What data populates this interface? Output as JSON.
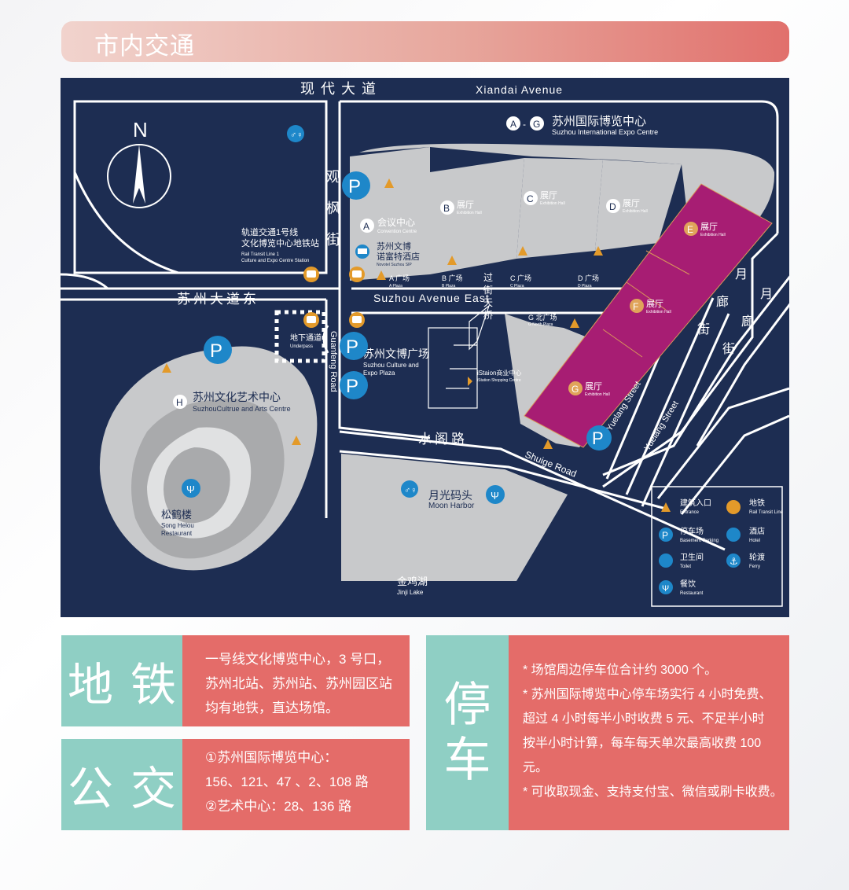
{
  "header": {
    "title": "市内交通"
  },
  "map": {
    "roads": {
      "xiandai_cn": "现代大道",
      "xiandai_en": "Xiandai Avenue",
      "suzhou_ave_cn": "苏州大道东",
      "suzhou_ave_en": "Suzhou Avenue East",
      "guanfeng_cn": [
        "观",
        "枫",
        "街"
      ],
      "guanfeng_en": "Guanfeng Road",
      "shuige_cn": "水阁路",
      "shuige_en": "Shuige Road",
      "yuelang_1": "Yuelang Street",
      "yuelang_2": "Yuelang Street",
      "yuelang_cn": [
        "月",
        "廊",
        "街"
      ],
      "yuelang_cn2": [
        "月",
        "廊",
        "街"
      ]
    },
    "compass": "N",
    "expo": {
      "letters": "A - G",
      "cn": "苏州国际博览中心",
      "en": "Suzhou International Expo Centre"
    },
    "halls": {
      "A": {
        "letter": "A",
        "cn": "会议中心",
        "en": "Convention Centre"
      },
      "B": {
        "letter": "B",
        "cn": "展厅",
        "en": "Exhibition Hall"
      },
      "C": {
        "letter": "C",
        "cn": "展厅",
        "en": "Exhibition Hall"
      },
      "D": {
        "letter": "D",
        "cn": "展厅",
        "en": "Exhibition Hall"
      },
      "E": {
        "letter": "E",
        "cn": "展厅",
        "en": "Exhibition Hall"
      },
      "F": {
        "letter": "F",
        "cn": "展厅",
        "en": "Exhibition Hall"
      },
      "G": {
        "letter": "G",
        "cn": "展厅",
        "en": "Exhibition Hall"
      },
      "H": {
        "letter": "H",
        "cn": "苏州文化艺术中心",
        "en": "SuzhouCultrue and Arts Centre"
      }
    },
    "hotel": {
      "cn1": "苏州文博",
      "cn2": "诺富特酒店",
      "en": "Novotel Suzhou SIP"
    },
    "plazas": {
      "a_cn": "A 广场",
      "a_en": "A Plaza",
      "b_cn": "B 广场",
      "b_en": "B Plaza",
      "c_cn": "C 广场",
      "c_en": "C Plaza",
      "d_cn": "D 广场",
      "d_en": "D Plaza",
      "g_cn": "G 北广场",
      "g_en": "G North Plaza"
    },
    "bridge": [
      "过",
      "街",
      "天",
      "桥"
    ],
    "metro_label": {
      "cn1": "轨道交通1号线",
      "cn2": "文化博览中心地铁站",
      "en1": "Rail Transit Line 1",
      "en2": "Culture and Expo Centre  Station"
    },
    "underpass": {
      "cn": "地下通道",
      "en": "Underpass"
    },
    "culture_plaza": {
      "cn": "苏州文博广场",
      "en1": "Suzhou Culture and",
      "en2": "Expo Plaza"
    },
    "istation": {
      "cn": "iStaion商业中心",
      "en": "iStation Shopping Centre"
    },
    "songhe": {
      "cn": "松鹤楼",
      "en1": "Song Helou",
      "en2": "Restaurant"
    },
    "moon_harbor": {
      "cn": "月光码头",
      "en": "Moon Harbor"
    },
    "lake": {
      "cn": "金鸡湖",
      "en": "Jinji Lake"
    },
    "parking_symbol": "P",
    "legend": [
      {
        "icon": "entrance-icon",
        "cn": "建筑入口",
        "en": "Entrance"
      },
      {
        "icon": "metro-icon",
        "cn": "地铁",
        "en": "Rail Transit Line"
      },
      {
        "icon": "parking-icon",
        "cn": "停车场",
        "en": "Basement Parking"
      },
      {
        "icon": "hotel-icon",
        "cn": "酒店",
        "en": "Hotel"
      },
      {
        "icon": "toilet-icon",
        "cn": "卫生间",
        "en": "Toilet"
      },
      {
        "icon": "ferry-icon",
        "cn": "轮渡",
        "en": "Ferry"
      },
      {
        "icon": "restaurant-icon",
        "cn": "餐饮",
        "en": "Restaurant"
      }
    ],
    "colors": {
      "background": "#1d2d52",
      "road": "#ffffff",
      "building": "#c8c9cb",
      "hall": "#a71d73",
      "icon_blue": "#1e87c9",
      "entrance": "#e39a2a"
    }
  },
  "metro": {
    "title": [
      "地",
      "铁"
    ],
    "lines": [
      "一号线文化博览中心，3 号口，",
      "苏州北站、苏州站、苏州园区站",
      "均有地铁，直达场馆。"
    ]
  },
  "bus": {
    "title": [
      "公",
      "交"
    ],
    "lines": [
      "①苏州国际博览中心：",
      "156、121、47 、2、108 路",
      "②艺术中心：28、136 路"
    ]
  },
  "parking": {
    "title": [
      "停",
      "车"
    ],
    "lines": [
      "* 场馆周边停车位合计约 3000 个。",
      "* 苏州国际博览中心停车场实行 4 小时免费、",
      "超过 4 小时每半小时收费 5 元、不足半小时",
      "按半小时计算，每车每天单次最高收费 100",
      "元。",
      "* 可收取现金、支持支付宝、微信或刷卡收费。"
    ]
  },
  "palette": {
    "teal": "#8fcfc4",
    "coral": "#e46c69"
  }
}
